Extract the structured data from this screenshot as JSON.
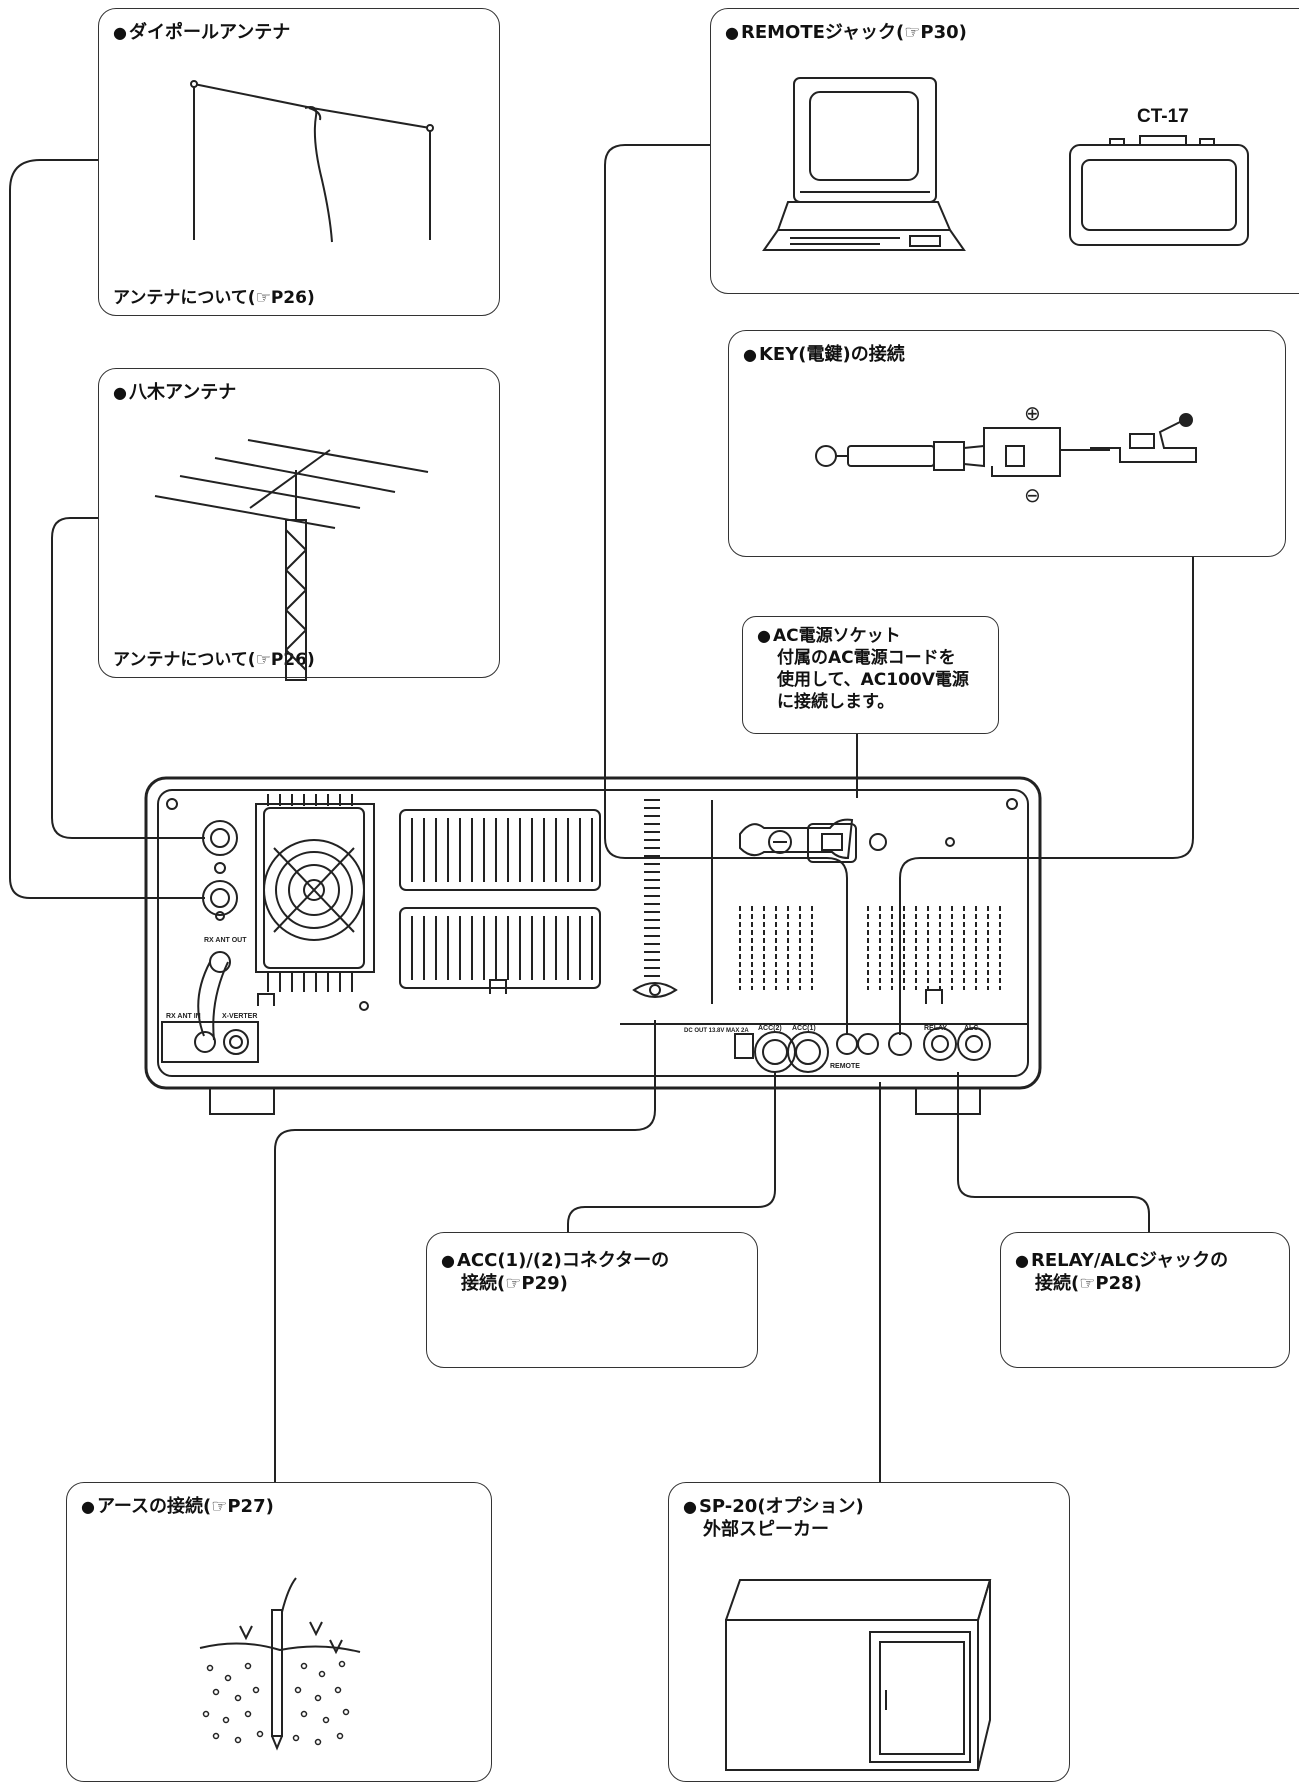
{
  "boxes": {
    "dipole": {
      "title": "ダイポールアンテナ",
      "ref": "アンテナについて(",
      "ref_page": "P26)"
    },
    "yagi": {
      "title": "八木アンテナ",
      "ref": "アンテナについて(",
      "ref_page": "P26)"
    },
    "remote": {
      "title": "REMOTEジャック(",
      "title_page": "P30)",
      "ct_label": "CT-17"
    },
    "key": {
      "title": "KEY(電鍵)の接続"
    },
    "ac": {
      "title": "AC電源ソケット",
      "line2": "付属のAC電源コードを",
      "line3": "使用して、AC100V電源",
      "line4": "に接続します。"
    },
    "acc": {
      "title": "ACC(1)/(2)コネクターの",
      "line2": "接続(",
      "line2_page": "P29)"
    },
    "relay": {
      "title": "RELAY/ALCジャックの",
      "line2": "接続(",
      "line2_page": "P28)"
    },
    "earth": {
      "title": "アースの接続(",
      "title_page": "P27)"
    },
    "speaker": {
      "title": "SP-20(オプション)",
      "line2": "外部スピーカー"
    }
  },
  "panel_labels": {
    "rx_ant_out": "RX ANT OUT",
    "rx_ant_in": "RX ANT IN",
    "x_verter": "X-VERTER",
    "dc_out": "DC OUT 13.8V MAX 2A",
    "acc2": "ACC(2)",
    "acc1": "ACC(1)",
    "remote": "REMOTE",
    "relay": "RELAY",
    "alc": "ALC"
  },
  "key_symbols": {
    "plus": "⊕",
    "minus": "⊖"
  },
  "icons": {
    "bullet": "●",
    "hand": "☞"
  }
}
